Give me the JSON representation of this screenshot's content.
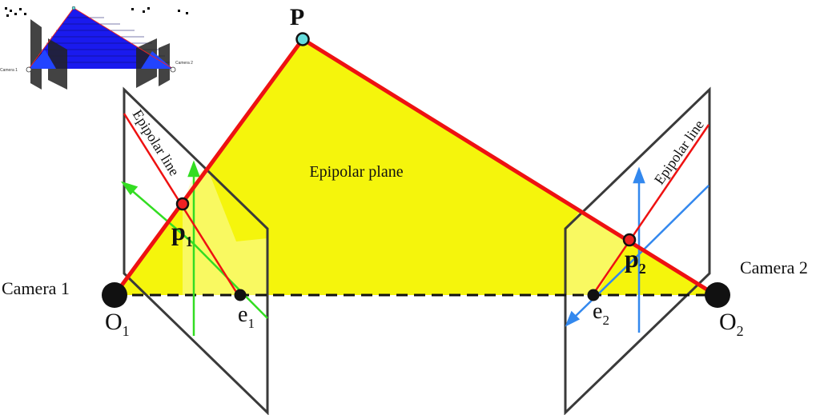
{
  "labels": {
    "point_P": "P",
    "plane": "Epipolar plane",
    "epipolar_line_left": "Epipolar line",
    "epipolar_line_right": "Epipolar line",
    "image_point_left_letter": "p",
    "image_point_left_sub": "1",
    "image_point_right_letter": "p",
    "image_point_right_sub": "2",
    "camera_left": "Camera 1",
    "camera_right": "Camera 2",
    "center_left_letter": "O",
    "center_left_sub": "1",
    "center_right_letter": "O",
    "center_right_sub": "2",
    "epipole_left_letter": "e",
    "epipole_left_sub": "1",
    "epipole_right_letter": "e",
    "epipole_right_sub": "2"
  },
  "thumbnail": {
    "camera_left": "Camera 1",
    "camera_right": "Camera 2"
  },
  "colors": {
    "plane_fill": "#f5f50c",
    "ray": "#ee1111",
    "image_plane_edge": "#3a3a3a",
    "axes_left": "#33dd22",
    "axes_right": "#3388ee",
    "point_P_fill": "#66dddd",
    "image_point_fill": "#ee2222",
    "camera_center": "#111111",
    "thumbnail_plane": "#1a1aee"
  }
}
